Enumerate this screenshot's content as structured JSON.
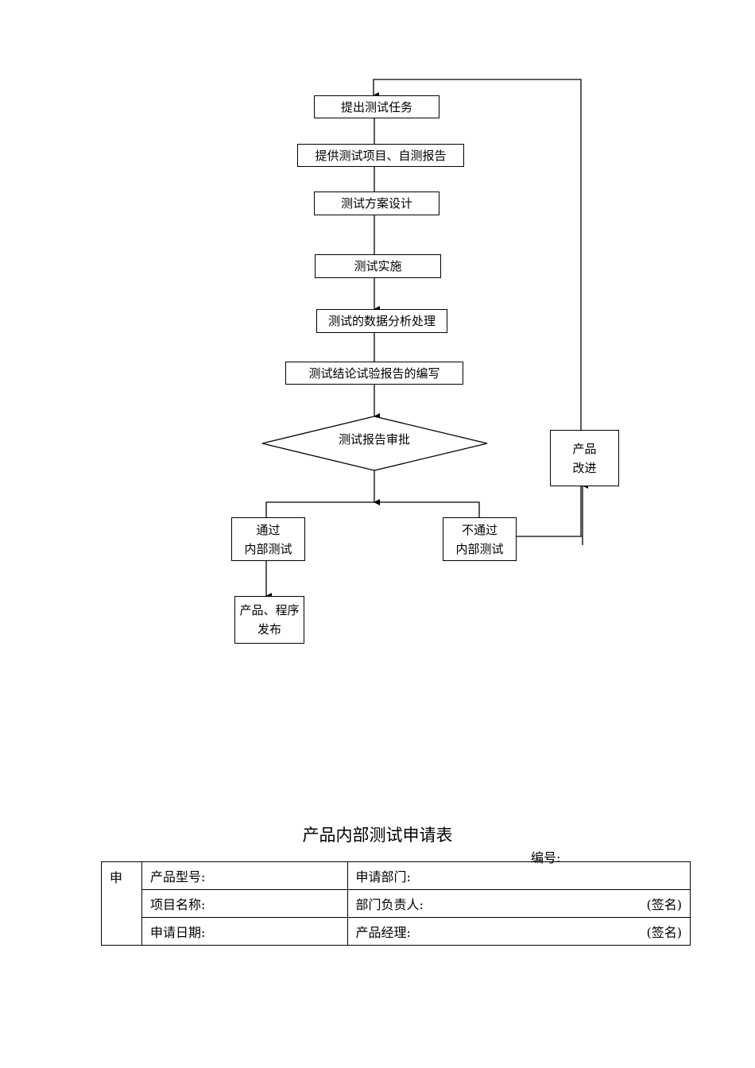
{
  "flowchart": {
    "steps": [
      "提出测试任务",
      "提供测试项目、自测报告",
      "测试方案设计",
      "测试实施",
      "测试的数据分析处理",
      "测试结论试验报告的编写"
    ],
    "decision": "测试报告审批",
    "pass_box": "通过\n内部测试",
    "fail_box": "不通过\n内部测试",
    "release_box": "产品、程序\n发布",
    "improve_box": "产品\n改进"
  },
  "form": {
    "title": "产品内部测试申请表",
    "serial_label": "编号:",
    "side_label": "申",
    "rows": [
      {
        "left": "产品型号:",
        "right": "申请部门:",
        "right_sig": ""
      },
      {
        "left": "项目名称:",
        "right": "部门负责人:",
        "right_sig": "(签名)"
      },
      {
        "left": "申请日期:",
        "right": "产品经理:",
        "right_sig": "(签名)"
      }
    ]
  }
}
